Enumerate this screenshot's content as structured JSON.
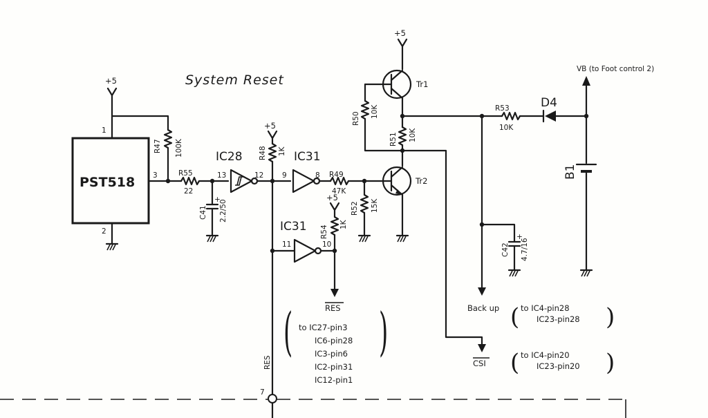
{
  "title": "System Reset",
  "supplies": [
    "+5",
    "+5",
    "+5",
    "+5"
  ],
  "ic_main": {
    "name": "PST518",
    "pin1": "1",
    "pin2": "2",
    "pin3": "3"
  },
  "resistors": {
    "r47": {
      "name": "R47",
      "value": "100K"
    },
    "r55": {
      "name": "R55",
      "value": "22"
    },
    "r48": {
      "name": "R48",
      "value": "1K"
    },
    "r49": {
      "name": "R49",
      "value": "47K"
    },
    "r50": {
      "name": "R50",
      "value": "10K"
    },
    "r51": {
      "name": "R51",
      "value": "10K"
    },
    "r52": {
      "name": "R52",
      "value": "15K"
    },
    "r53": {
      "name": "R53",
      "value": "10K"
    },
    "r54": {
      "name": "R54",
      "value": "1K"
    }
  },
  "capacitors": {
    "c41": {
      "name": "C41",
      "value": "2.2/50",
      "polarity": "+"
    },
    "c42": {
      "name": "C42",
      "value": "4.7/16",
      "polarity": "+"
    }
  },
  "gates": {
    "ic28": {
      "name": "IC28",
      "pin_in": "13",
      "pin_out": "12"
    },
    "ic31a": {
      "name": "IC31",
      "pin_in": "9",
      "pin_out": "8"
    },
    "ic31b": {
      "name": "IC31",
      "pin_in": "11",
      "pin_out": "10"
    }
  },
  "transistors": {
    "tr1": "Tr1",
    "tr2": "Tr2"
  },
  "diode": "D4",
  "battery": "B1",
  "vb_label": "VB  (to Foot control 2)",
  "res_out": "RES",
  "res_vertical": "RES",
  "res_connector_pin": "7",
  "res_targets": [
    "to IC27-pin3",
    "IC6-pin28",
    "IC3-pin6",
    "IC2-pin31",
    "IC12-pin1"
  ],
  "backup_label": "Back up",
  "backup_targets": [
    "to IC4-pin28",
    "IC23-pin28"
  ],
  "csi_label": "CSI",
  "csi_targets": [
    "to IC4-pin20",
    "IC23-pin20"
  ]
}
